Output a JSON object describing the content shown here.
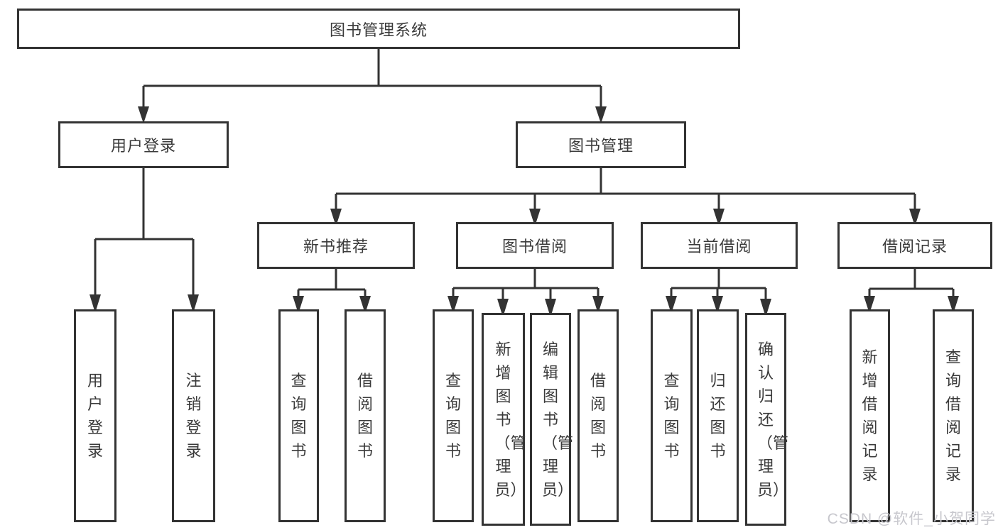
{
  "diagram": {
    "root": {
      "label": "图书管理系统"
    },
    "user_login": {
      "label": "用户登录",
      "children": [
        "用户登录",
        "注销登录"
      ]
    },
    "book_mgmt": {
      "label": "图书管理",
      "sections": [
        {
          "label": "新书推荐",
          "children": [
            "查询图书",
            "借阅图书"
          ]
        },
        {
          "label": "图书借阅",
          "children": [
            "查询图书",
            "新增图书（管理员）",
            "编辑图书（管理员）",
            "借阅图书"
          ]
        },
        {
          "label": "当前借阅",
          "children": [
            "查询图书",
            "归还图书",
            "确认归还（管理员）"
          ]
        },
        {
          "label": "借阅记录",
          "children": [
            "新增借阅记录",
            "查询借阅记录"
          ]
        }
      ]
    }
  },
  "watermark": {
    "text": "CSDN @软件_小贺同学"
  },
  "colors": {
    "line": "#333333",
    "border": "#333333",
    "text": "#3a3a3a",
    "watermark": "#c7c7cd",
    "background": "#ffffff"
  }
}
